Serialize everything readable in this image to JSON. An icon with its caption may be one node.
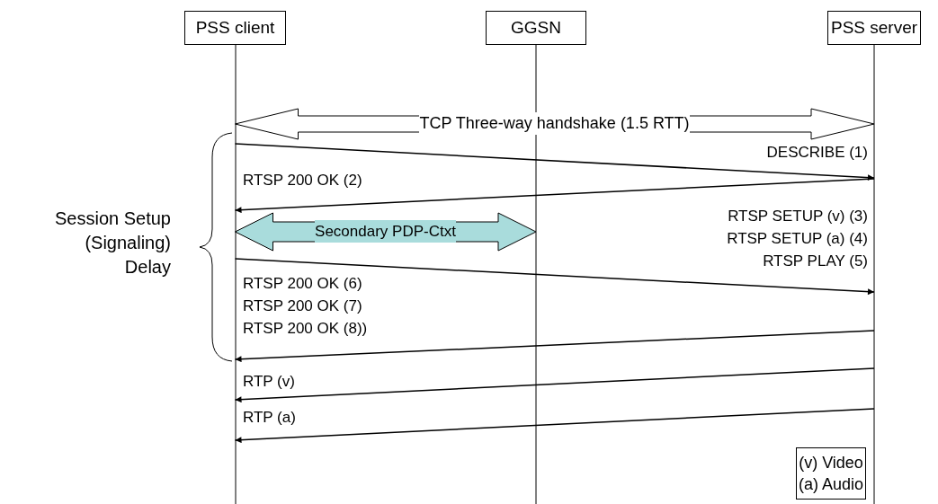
{
  "diagram": {
    "nodes": [
      {
        "text": [
          "PSS client"
        ]
      },
      {
        "text": [
          "GGSN"
        ]
      },
      {
        "text": [
          "PSS server"
        ]
      },
      {
        "text": [
          "(v) Video (a) Audio"
        ]
      }
    ],
    "edges": [
      {
        "from": 0,
        "to": 2,
        "arrow": "both",
        "label": "TCP Three-way handshake (1.5 RTT)"
      },
      {
        "from": 0,
        "to": 2,
        "arrow": "to",
        "label": "DESCRIBE (1)"
      },
      {
        "from": 2,
        "to": 0,
        "arrow": "to",
        "label": "RTSP 200 OK (2)"
      },
      {
        "from": 0,
        "to": 1,
        "arrow": "both",
        "label": "Secondary PDP-Ctxt",
        "color": "#a9dcdc"
      },
      {
        "from": 0,
        "to": 2,
        "arrow": "to",
        "label": "RTSP SETUP (v) (3) RTSP SETUP (a) (4) RTSP PLAY (5)"
      },
      {
        "from": 2,
        "to": 0,
        "arrow": "to",
        "label": "RTSP 200 OK (6) RTSP 200 OK (7) RTSP 200 OK (8))"
      },
      {
        "from": 2,
        "to": 0,
        "arrow": "to",
        "label": "RTP (v)"
      },
      {
        "from": 2,
        "to": 0,
        "arrow": "to",
        "label": "RTP (a)"
      }
    ],
    "labels": [
      "Session Setup (Signaling) Delay"
    ]
  }
}
